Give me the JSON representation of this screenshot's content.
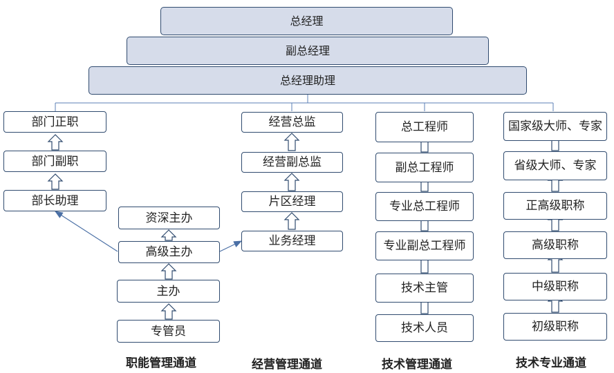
{
  "top": {
    "general_manager": "总经理",
    "deputy_general_manager": "副总经理",
    "general_manager_assistant": "总经理助理"
  },
  "channels": {
    "functional": {
      "label": "职能管理通道",
      "left_column": [
        "部门正职",
        "部门副职",
        "部长助理"
      ],
      "right_column": [
        "资深主办",
        "高级主办",
        "主办",
        "专管员"
      ]
    },
    "business": {
      "label": "经营管理通道",
      "levels": [
        "经营总监",
        "经营副总监",
        "片区经理",
        "业务经理"
      ]
    },
    "tech_management": {
      "label": "技术管理通道",
      "levels": [
        "总工程师",
        "副总工程师",
        "专业总工程师",
        "专业副总工程师",
        "技术主管",
        "技术人员"
      ]
    },
    "tech_professional": {
      "label": "技术专业通道",
      "levels": [
        "国家级大师、专家",
        "省级大师、专家",
        "正高级职称",
        "高级职称",
        "中级职称",
        "初级职称"
      ]
    }
  }
}
